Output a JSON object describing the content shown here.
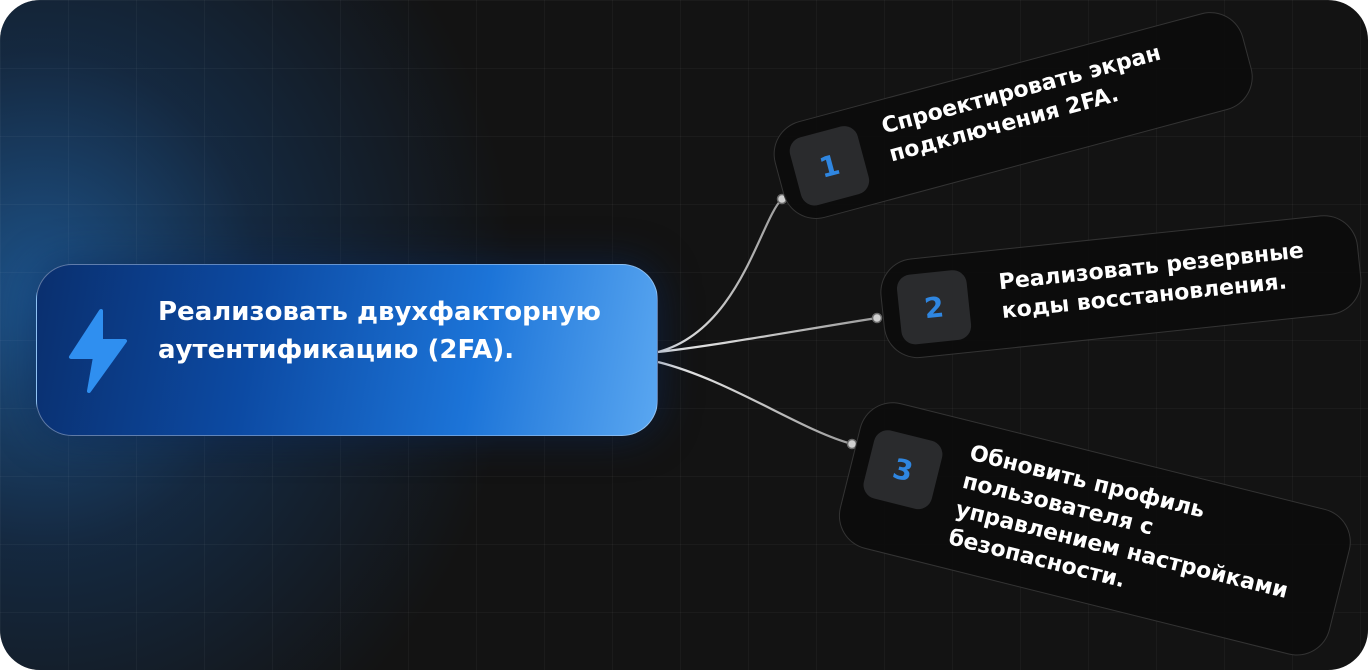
{
  "diagram": {
    "main": {
      "title": "Реализовать двухфакторную аутентификацию (2FA).",
      "icon": "lightning-bolt-icon"
    },
    "steps": [
      {
        "number": "1",
        "text": "Спроектировать экран подключения 2FA."
      },
      {
        "number": "2",
        "text": "Реализовать резервные коды восстановления."
      },
      {
        "number": "3",
        "text": "Обновить профиль пользователя с управлением настройками безопасности."
      }
    ]
  },
  "colors": {
    "background": "#131313",
    "accent": "#2f86e0",
    "card_gradient_start": "#0a2f6e",
    "card_gradient_end": "#5aa7f1",
    "badge": "#2a2b2d"
  }
}
